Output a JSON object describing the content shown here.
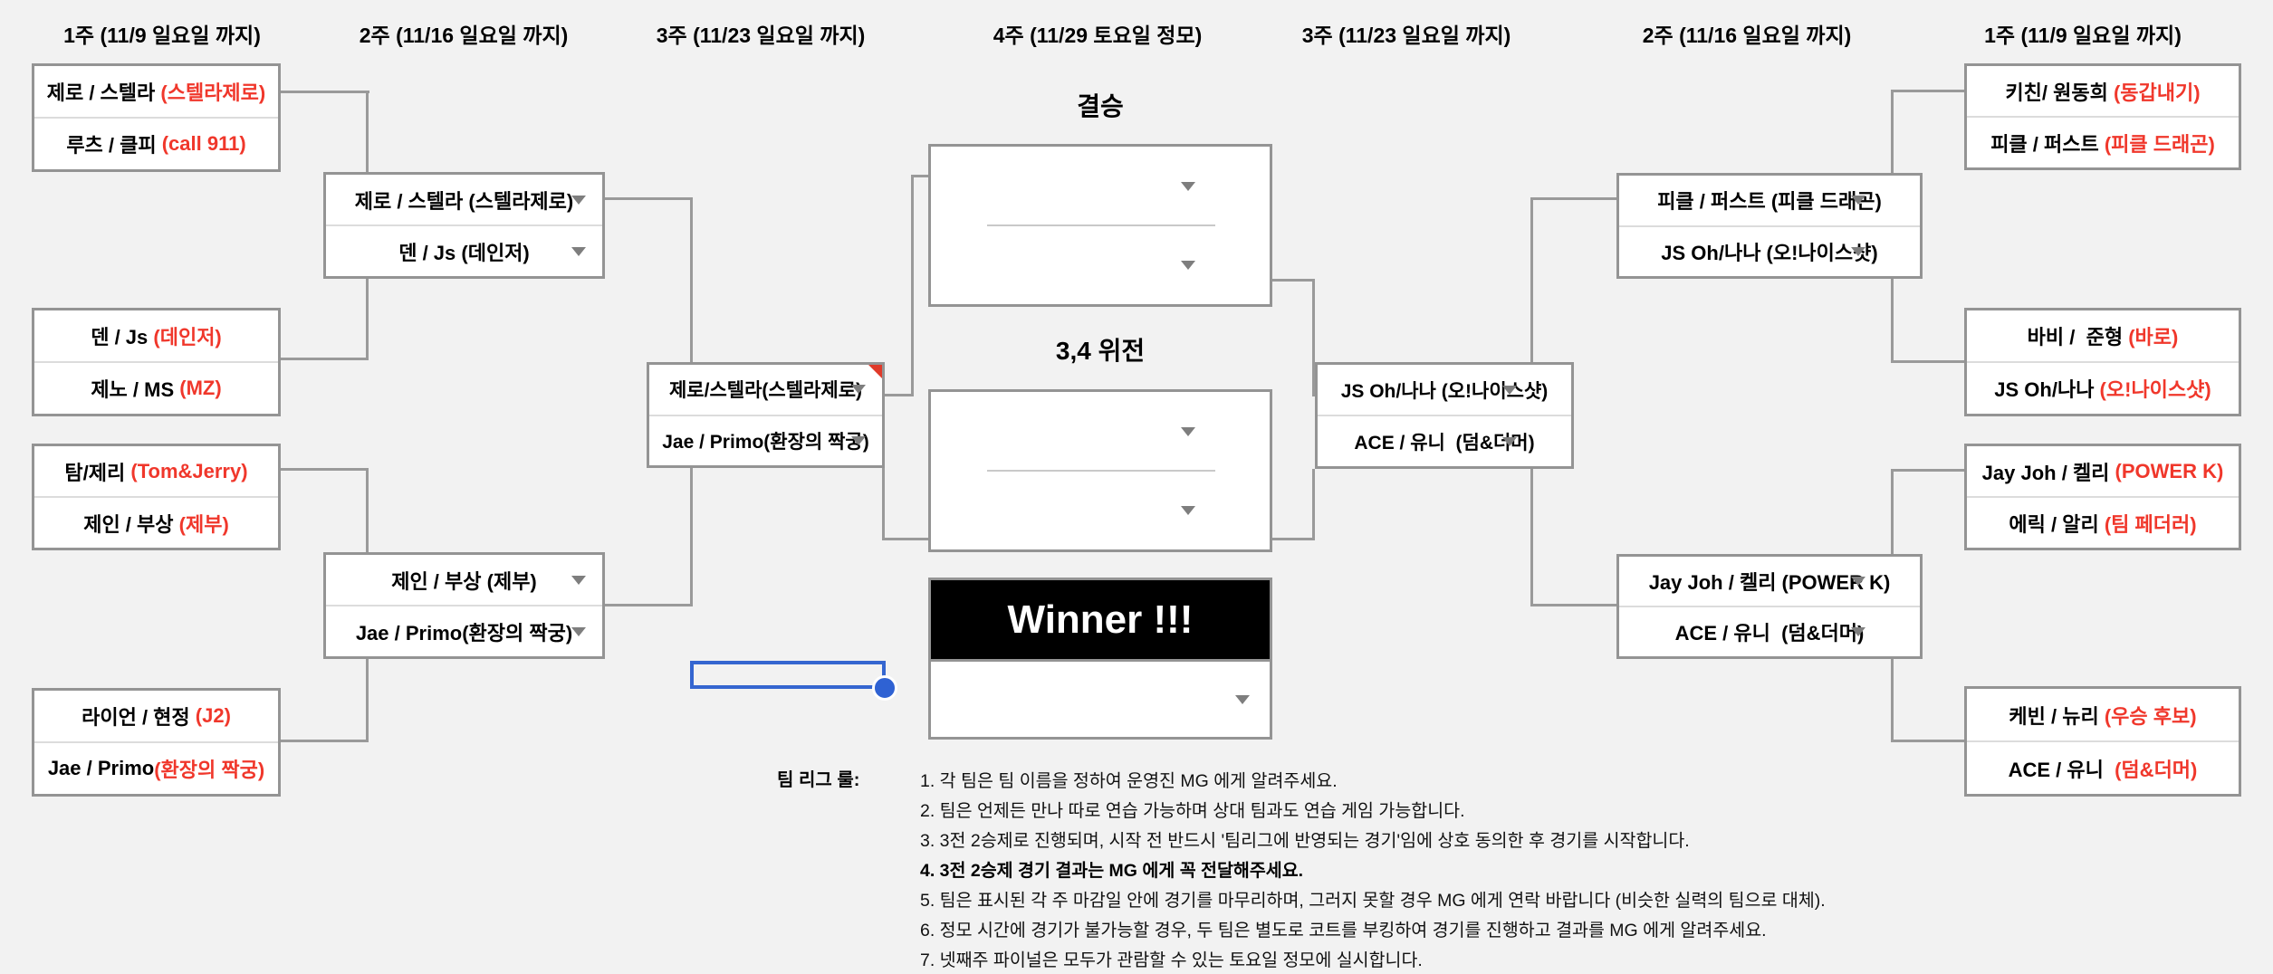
{
  "colors": {
    "accent_red": "#f0372b",
    "grid_gray": "#9a9a9a",
    "selection_blue": "#3566d0",
    "winner_bg": "#000000",
    "canvas_bg": "#f2f2f2"
  },
  "headers": [
    "1주 (11/9 일요일 까지)",
    "2주 (11/16 일요일 까지)",
    "3주 (11/23 일요일 까지)",
    "4주 (11/29 토요일 정모)",
    "3주 (11/23 일요일 까지)",
    "2주 (11/16 일요일 까지)",
    "1주 (11/9 일요일 까지)"
  ],
  "round1_left": [
    {
      "top": {
        "name": "제로 / 스텔라 ",
        "tag": "(스텔라제로)"
      },
      "bottom": {
        "name": "루츠 / 클피 ",
        "tag": "(call 911)"
      }
    },
    {
      "top": {
        "name": "덴 / Js ",
        "tag": "(데인저)"
      },
      "bottom": {
        "name": "제노 / MS ",
        "tag": "(MZ)"
      }
    },
    {
      "top": {
        "name": "탐/제리 ",
        "tag": "(Tom&Jerry)"
      },
      "bottom": {
        "name": "제인 / 부상 ",
        "tag": "(제부)"
      }
    },
    {
      "top": {
        "name": "라이언 / 현정 ",
        "tag": "(J2)"
      },
      "bottom": {
        "name": "Jae / Primo",
        "tag": "(환장의 짝궁)"
      }
    }
  ],
  "round2_left": [
    {
      "top": "제로 / 스텔라 (스텔라제로)",
      "bottom": "덴 / Js (데인저)"
    },
    {
      "top": "제인 / 부상 (제부)",
      "bottom": "Jae / Primo(환장의 짝궁)"
    }
  ],
  "semifinal_left": {
    "top": "제로/스텔라(스텔라제로)",
    "bottom": "Jae / Primo(환장의 짝궁)"
  },
  "center": {
    "final_title": "결승",
    "third_title": "3,4 위전",
    "winner_label": "Winner !!!"
  },
  "semifinal_right": {
    "top": "JS Oh/나나 (오!나이스샷)",
    "bottom": "ACE / 유니  (덤&더머)"
  },
  "round2_right": [
    {
      "top": "피클 / 퍼스트 (피클 드래곤)",
      "bottom": "JS Oh/나나 (오!나이스샷)"
    },
    {
      "top": "Jay Joh / 켈리 (POWER K)",
      "bottom": "ACE / 유니  (덤&더머)"
    }
  ],
  "round1_right": [
    {
      "top": {
        "name": "키친/ 원동희 ",
        "tag": "(동갑내기)"
      },
      "bottom": {
        "name": "피클 / 퍼스트 ",
        "tag": "(피클 드래곤)"
      }
    },
    {
      "top": {
        "name": "바비 /  준형 ",
        "tag": "(바로)"
      },
      "bottom": {
        "name": "JS Oh/나나 ",
        "tag": "(오!나이스샷)"
      }
    },
    {
      "top": {
        "name": "Jay Joh / 켈리 ",
        "tag": "(POWER K)"
      },
      "bottom": {
        "name": "에릭 / 알리 ",
        "tag": "(팀 페더러)"
      }
    },
    {
      "top": {
        "name": "케빈 / 뉴리 ",
        "tag": "(우승 후보)"
      },
      "bottom": {
        "name": "ACE / 유니  ",
        "tag": "(덤&더머)"
      }
    }
  ],
  "rules": {
    "label": "팀 리그 룰:",
    "items": [
      {
        "text": "1. 각 팀은 팀 이름을 정하여 운영진 MG 에게 알려주세요.",
        "bold": false
      },
      {
        "text": "2. 팀은 언제든 만나 따로 연습 가능하며 상대 팀과도 연습 게임 가능합니다.",
        "bold": false
      },
      {
        "text": "3. 3전 2승제로 진행되며, 시작 전 반드시 '팀리그에 반영되는 경기'임에 상호 동의한 후 경기를 시작합니다.",
        "bold": false
      },
      {
        "text": "4. 3전 2승제 경기 결과는 MG 에게 꼭 전달해주세요.",
        "bold": true
      },
      {
        "text": "5. 팀은 표시된 각 주 마감일 안에 경기를 마무리하며, 그러지 못할 경우 MG 에게 연락 바랍니다 (비슷한 실력의 팀으로 대체).",
        "bold": false
      },
      {
        "text": "6. 정모 시간에 경기가 불가능할 경우, 두 팀은 별도로 코트를 부킹하여 경기를 진행하고 결과를 MG 에게 알려주세요.",
        "bold": false
      },
      {
        "text": "7. 넷째주 파이널은 모두가 관람할 수 있는 토요일 정모에 실시합니다.",
        "bold": false
      }
    ]
  }
}
